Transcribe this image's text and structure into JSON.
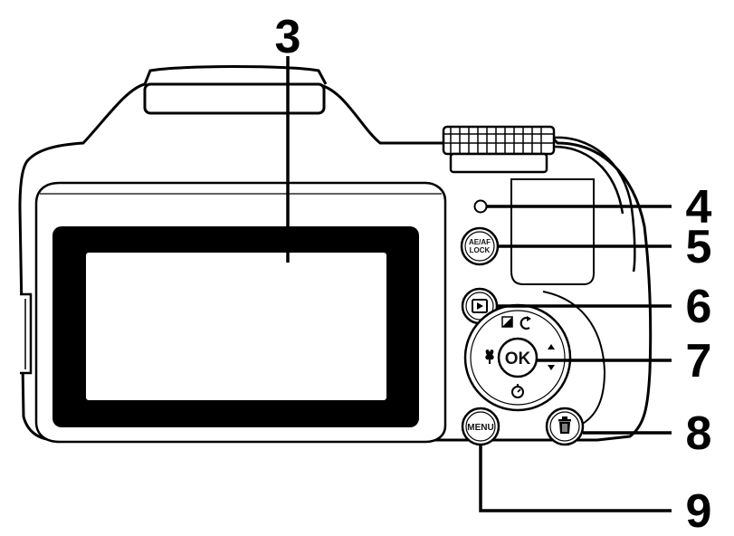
{
  "diagram": {
    "callouts": [
      {
        "id": "3",
        "label": "3"
      },
      {
        "id": "4",
        "label": "4"
      },
      {
        "id": "5",
        "label": "5"
      },
      {
        "id": "6",
        "label": "6"
      },
      {
        "id": "7",
        "label": "7"
      },
      {
        "id": "8",
        "label": "8"
      },
      {
        "id": "9",
        "label": "9"
      }
    ],
    "buttons": {
      "aeaf_line1": "AE/AF",
      "aeaf_line2": "LOCK",
      "ok": "OK",
      "menu": "MENU"
    },
    "icons": {
      "led": "status-led-icon",
      "playback": "play-triangle-icon",
      "exposure": "exposure-compensation-icon",
      "rotate": "rotate-icon",
      "macro": "flower-macro-icon",
      "self_timer": "self-timer-icon",
      "delete": "trash-icon"
    },
    "colors": {
      "line": "#000000",
      "fill": "#ffffff"
    }
  }
}
